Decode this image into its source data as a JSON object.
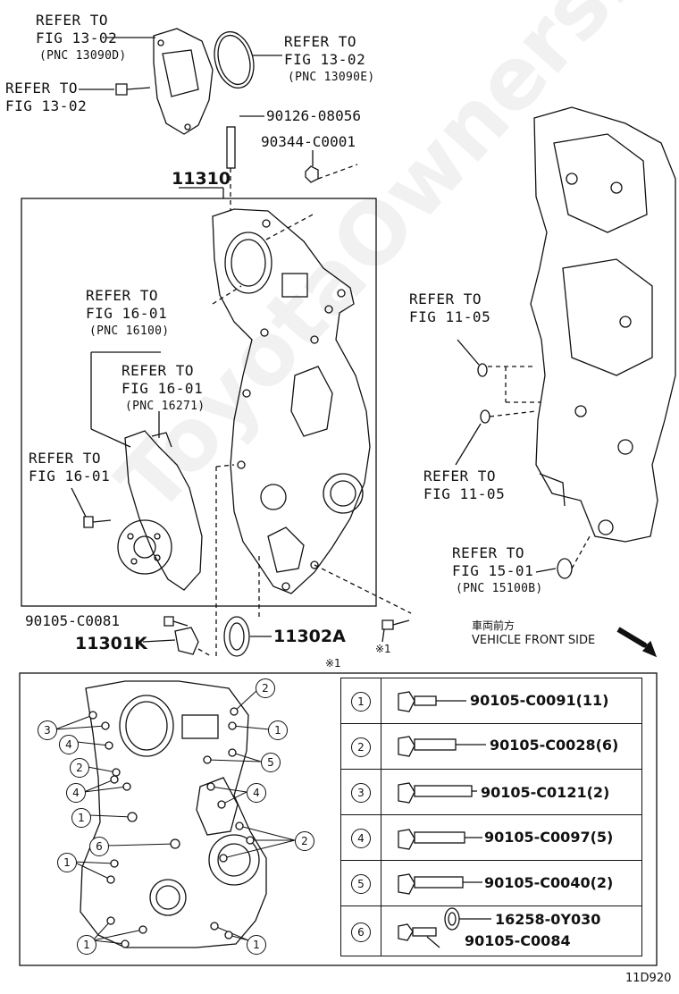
{
  "diagram": {
    "figure_code": "11D920",
    "watermark": "ToyotaOwnersManual",
    "refs": [
      {
        "id": "r1",
        "l1": "REFER TO",
        "l2": "FIG 13-02",
        "l3": "(PNC 13090D)"
      },
      {
        "id": "r2",
        "l1": "REFER TO",
        "l2": "FIG 13-02",
        "l3": "(PNC 13090E)"
      },
      {
        "id": "r3",
        "l1": "REFER TO",
        "l2": "FIG 13-02",
        "l3": ""
      },
      {
        "id": "r4",
        "l1": "REFER TO",
        "l2": "FIG 16-01",
        "l3": "(PNC 16100)"
      },
      {
        "id": "r5",
        "l1": "REFER TO",
        "l2": "FIG 16-01",
        "l3": "(PNC 16271)"
      },
      {
        "id": "r6",
        "l1": "REFER TO",
        "l2": "FIG 16-01",
        "l3": ""
      },
      {
        "id": "r7",
        "l1": "REFER TO",
        "l2": "FIG 11-05",
        "l3": ""
      },
      {
        "id": "r8",
        "l1": "REFER TO",
        "l2": "FIG 11-05",
        "l3": ""
      },
      {
        "id": "r9",
        "l1": "REFER TO",
        "l2": "FIG 15-01",
        "l3": "(PNC 15100B)"
      }
    ],
    "parts": {
      "stud": "90126-08056",
      "nut": "90344-C0001",
      "cover": "11310",
      "bolt_small": "90105-C0081",
      "sensor": "11301K",
      "seal": "11302A",
      "note_mark": "※1",
      "note_mark_box": "※1"
    },
    "front": {
      "jp": "車両前方",
      "en": "VEHICLE FRONT SIDE"
    },
    "legend": [
      {
        "num": "1",
        "pn": "90105-C0091(11)",
        "extra": ""
      },
      {
        "num": "2",
        "pn": "90105-C0028(6)",
        "extra": ""
      },
      {
        "num": "3",
        "pn": "90105-C0121(2)",
        "extra": ""
      },
      {
        "num": "4",
        "pn": "90105-C0097(5)",
        "extra": ""
      },
      {
        "num": "5",
        "pn": "90105-C0040(2)",
        "extra": ""
      },
      {
        "num": "6",
        "pn": "90105-C0084",
        "extra": "16258-0Y030"
      }
    ],
    "callouts": [
      {
        "n": "2"
      },
      {
        "n": "3"
      },
      {
        "n": "1"
      },
      {
        "n": "4"
      },
      {
        "n": "5"
      },
      {
        "n": "2"
      },
      {
        "n": "4"
      },
      {
        "n": "4"
      },
      {
        "n": "1"
      },
      {
        "n": "2"
      },
      {
        "n": "6"
      },
      {
        "n": "1"
      },
      {
        "n": "1"
      },
      {
        "n": "1"
      }
    ]
  }
}
